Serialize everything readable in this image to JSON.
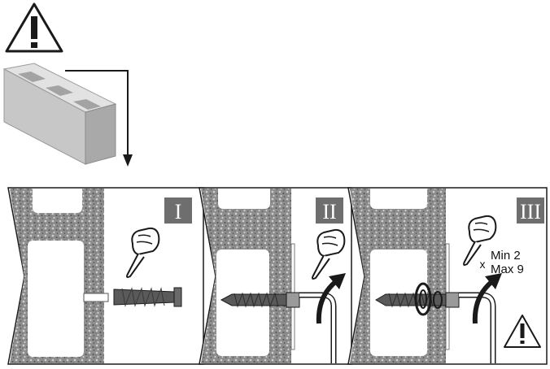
{
  "steps": [
    {
      "numeral": "I"
    },
    {
      "numeral": "II"
    },
    {
      "numeral": "III"
    }
  ],
  "step3": {
    "multiplier": "x",
    "min_label": "Min 2",
    "max_label": "Max 9"
  },
  "icons": [
    "warning-triangle-icon",
    "hollow-block-icon",
    "pointing-hand-icon",
    "rotate-arrow-icon",
    "hex-key-icon",
    "plug-icon",
    "screw-icon"
  ],
  "colors": {
    "wall": "#8c8c8c",
    "numeral_box": "#6e6e6e",
    "line": "#1a1a1a"
  }
}
